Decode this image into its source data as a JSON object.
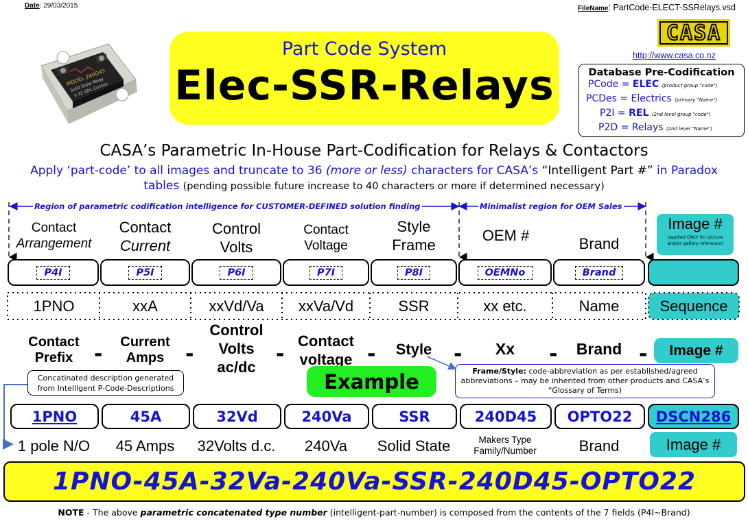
{
  "header": {
    "date_label": "Date",
    "date_value": ": 29/03/2015",
    "filename_label": "FileName",
    "filename_value": ": PartCode-ELECT-SSRelays.vsd",
    "logo_text": "CASA",
    "url": "http://www.casa.co.nz"
  },
  "product_photo": {
    "model_text": "MODEL 240D45",
    "sub_text": "Solid State Relay",
    "control_text": "3-32 VDC Control"
  },
  "title": {
    "subtitle": "Part Code System",
    "main": "Elec-SSR-Relays"
  },
  "database": {
    "heading": "Database Pre-Codification",
    "pcode_label": "PCode = ",
    "pcode_value": "ELEC",
    "pcode_note": "(product group \"code\")",
    "pcdes_label": "PCDes = Electrics",
    "pcdes_note": "(primary \"Name\")",
    "p2i_label": "P2I = ",
    "p2i_value": "REL",
    "p2i_note": "(2nd level group \"code\")",
    "p2d_label": "P2D = Relays",
    "p2d_note": "(2nd level \"Name\")"
  },
  "intro": {
    "heading": "CASA’s Parametric In-House Part-Codification for Relays & Contactors",
    "apply_1": "Apply ‘part-code’ to all images and truncate to 36 ",
    "apply_italic": "(more or less)",
    "apply_2": " characters for CASA’s ",
    "apply_quote": "“Intelligent Part #”",
    "apply_3": " in Paradox tables ",
    "apply_small": "(pending possible future increase to 40 characters or more if determined necessary)"
  },
  "regions": {
    "customer": "Region of parametric codification intelligence for CUSTOMER-DEFINED solution finding",
    "oem": "Minimalist region for OEM Sales"
  },
  "columns": [
    {
      "head_1": "Contact",
      "head_2": "Arrangement",
      "code": "P4I",
      "value": "1PNO",
      "label": "Contact\nPrefix",
      "example": "1PNO",
      "desc": "1 pole N/O"
    },
    {
      "head_1": "Contact",
      "head_2": "Current",
      "code": "P5I",
      "value": "xxA",
      "label": "Current\nAmps",
      "example": "45A",
      "desc": "45 Amps"
    },
    {
      "head_1": "Control",
      "head_2": "Volts",
      "code": "P6I",
      "value": "xxVd/Va",
      "label": "Control\nVolts\nac/dc",
      "example": "32Vd",
      "desc": "32Volts d.c."
    },
    {
      "head_1": "Contact",
      "head_2": "Voltage",
      "code": "P7I",
      "value": "xxVa/Vd",
      "label": "Contact\nvoltage",
      "example": "240Va",
      "desc": "240Va"
    },
    {
      "head_1": "Style",
      "head_2": "Frame",
      "code": "P8I",
      "value": "SSR",
      "label": "Style",
      "example": "SSR",
      "desc": "Solid State"
    },
    {
      "head_1": "OEM #",
      "head_2": "",
      "code": "OEMNo",
      "value": "xx etc.",
      "label": "Xx",
      "example": "240D45",
      "desc_1": "Makers Type",
      "desc_2": "Family/Number"
    },
    {
      "head_1": "",
      "head_2": "Brand",
      "code": "Brand",
      "value": "Name",
      "label": "Brand",
      "example": "OPTO22",
      "desc": "Brand"
    }
  ],
  "image_col": {
    "head": "Image #",
    "head_note": "(applied ONLY for picture and/or gallery reference)",
    "value": "Sequence",
    "label": "Image #",
    "example": "DSCN286",
    "desc": "Image #"
  },
  "separator": "-",
  "notes": {
    "concat": "Concatinated description generated from Intelligent P-Code-Descriptions",
    "frame_bold": "Frame/Style:",
    "frame_text": " code-abbreviation as per established/agreed abbreviations – may be inherited from other products and CASA’s “Glossary of Terms)"
  },
  "example_label": "Example",
  "result": "1PNO-45A-32Va-240Va-SSR-240D45-OPTO22",
  "footer": {
    "note_label": "NOTE",
    "note_1": " - The above ",
    "note_bold": "parametric concatenated type number",
    "note_2": " (intelligent-part-number) is composed from the contents of the 7 fields (P4I~Brand)"
  },
  "colors": {
    "blue": "#1414d2",
    "yellow": "#ffff20",
    "teal": "#33cccc",
    "green": "#22ee22"
  }
}
